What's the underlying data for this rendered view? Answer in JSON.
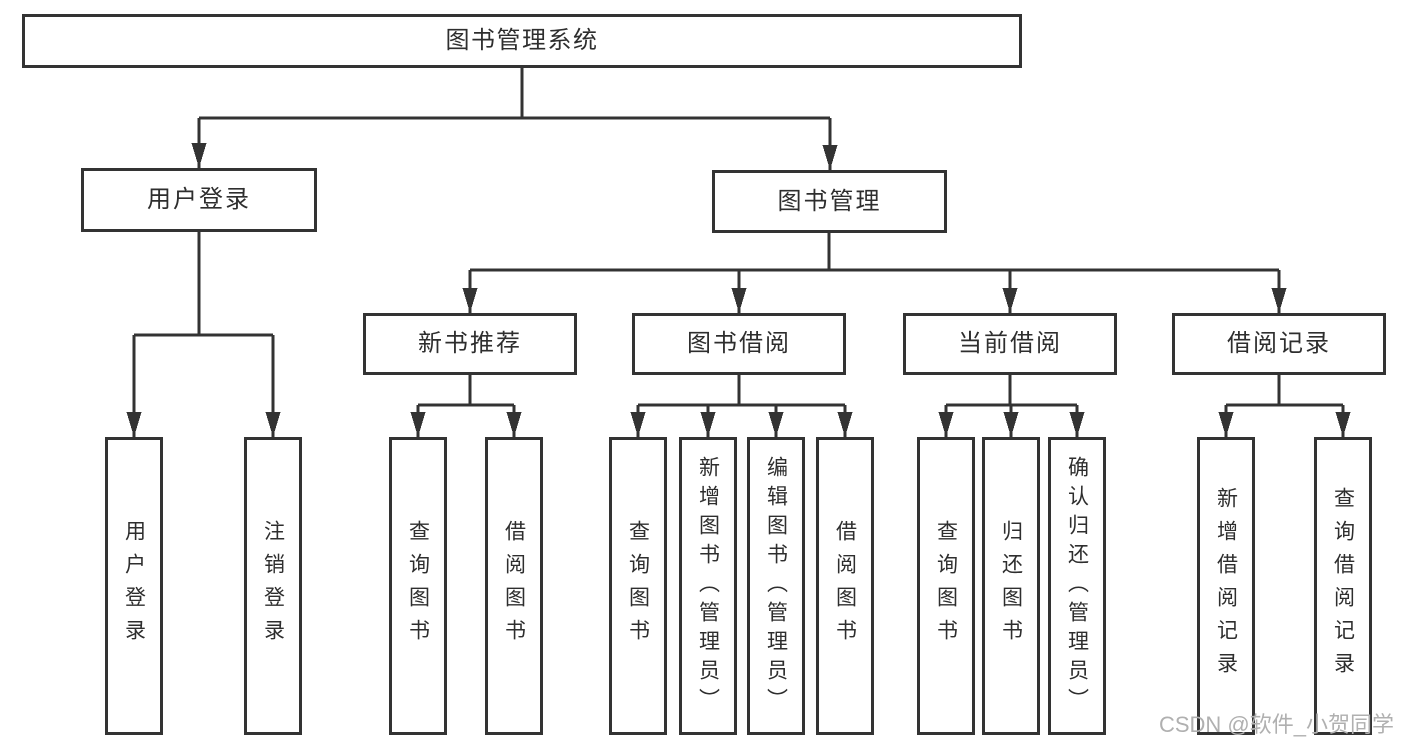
{
  "diagram": {
    "root": {
      "label": "图书管理系统",
      "children": [
        {
          "label": "用户登录",
          "children": [
            {
              "label": "用户登录"
            },
            {
              "label": "注销登录"
            }
          ]
        },
        {
          "label": "图书管理",
          "children": [
            {
              "label": "新书推荐",
              "children": [
                {
                  "label": "查询图书"
                },
                {
                  "label": "借阅图书"
                }
              ]
            },
            {
              "label": "图书借阅",
              "children": [
                {
                  "label": "查询图书"
                },
                {
                  "label": "新增图书（管理员）"
                },
                {
                  "label": "编辑图书（管理员）"
                },
                {
                  "label": "借阅图书"
                }
              ]
            },
            {
              "label": "当前借阅",
              "children": [
                {
                  "label": "查询图书"
                },
                {
                  "label": "归还图书"
                },
                {
                  "label": "确认归还（管理员）"
                }
              ]
            },
            {
              "label": "借阅记录",
              "children": [
                {
                  "label": "新增借阅记录"
                },
                {
                  "label": "查询借阅记录"
                }
              ]
            }
          ]
        }
      ]
    }
  },
  "watermark": {
    "text": "CSDN @软件_小贺同学"
  },
  "colors": {
    "line": "#333333",
    "text": "#2e2e2e",
    "watermark": "#b0b0b0",
    "background": "#ffffff"
  }
}
